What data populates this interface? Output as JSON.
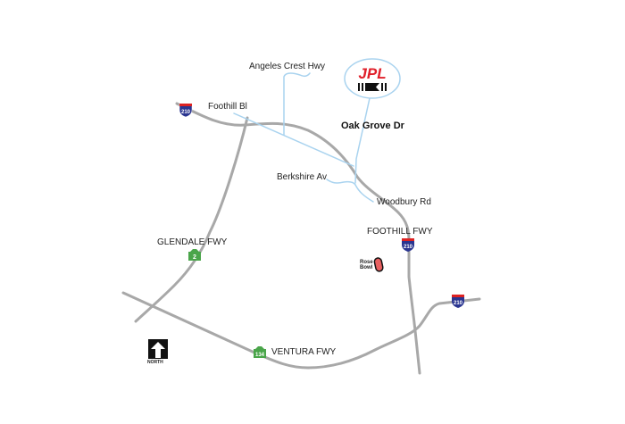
{
  "colors": {
    "freeway": "#a8a8a8",
    "street": "#a9d3ef",
    "interstate_shield": "#2a3590",
    "state_shield": "#4aa54a",
    "logo_red": "#e0202a",
    "rose_bowl": "#e86060"
  },
  "logo": {
    "text": "JPL"
  },
  "streets": {
    "angeles_crest": "Angeles Crest Hwy",
    "foothill_bl": "Foothill Bl",
    "oak_grove": "Oak Grove Dr",
    "berkshire": "Berkshire Av",
    "woodbury": "Woodbury Rd"
  },
  "freeways": {
    "glendale": "GLENDALE FWY",
    "foothill": "FOOTHILL FWY",
    "ventura": "VENTURA FWY"
  },
  "shields": {
    "i210": "210",
    "ca2": "2",
    "ca134": "134"
  },
  "landmarks": {
    "rose_bowl_line1": "Rose",
    "rose_bowl_line2": "Bowl"
  },
  "north_arrow": {
    "label": "NORTH",
    "icon": "north-arrow-icon"
  }
}
